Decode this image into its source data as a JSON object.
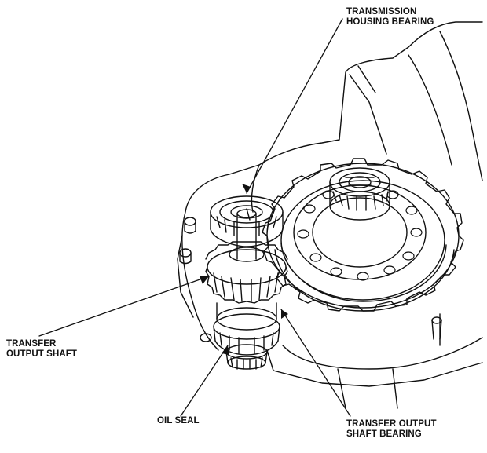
{
  "labels": {
    "transmission_housing_bearing": {
      "line1": "TRANSMISSION",
      "line2": "HOUSING BEARING"
    },
    "transfer_output_shaft": {
      "line1": "TRANSFER",
      "line2": "OUTPUT SHAFT"
    },
    "oil_seal": {
      "line1": "OIL SEAL"
    },
    "transfer_output_shaft_bearing": {
      "line1": "TRANSFER OUTPUT",
      "line2": "SHAFT BEARING"
    }
  },
  "colors": {
    "ink": "#111111",
    "paper": "#ffffff"
  }
}
